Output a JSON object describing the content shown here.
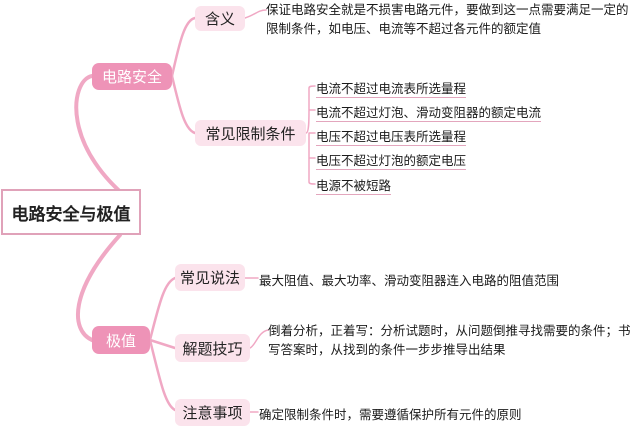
{
  "root": "电路安全与极值",
  "branches": [
    {
      "label": "电路安全",
      "children": [
        {
          "label": "含义",
          "leaves": [
            "保证电路安全就是不损害电路元件，要做到这一点需要满足一定的限制条件，如电压、电流等不超过各元件的额定值"
          ]
        },
        {
          "label": "常见限制条件",
          "leaves": [
            "电流不超过电流表所选量程",
            "电流不超过灯泡、滑动变阻器的额定电流",
            "电压不超过电压表所选量程",
            "电压不超过灯泡的额定电压",
            "电源不被短路"
          ]
        }
      ]
    },
    {
      "label": "极值",
      "children": [
        {
          "label": "常见说法",
          "leaves": [
            "最大阻值、最大功率、滑动变阻器连入电路的阻值范围"
          ]
        },
        {
          "label": "解题技巧",
          "leaves": [
            "倒着分析，正着写：分析试题时，从问题倒推寻找需要的条件；书写答案时，从找到的条件一步步推导出结果"
          ]
        },
        {
          "label": "注意事项",
          "leaves": [
            "确定限制条件时，需要遵循保护所有元件的原则"
          ]
        }
      ]
    }
  ],
  "colors": {
    "line": "#f0a8c4",
    "main_fill": "#ee93b7",
    "sub_fill": "#fbe3ec",
    "root_border": "#e0a2b9"
  }
}
